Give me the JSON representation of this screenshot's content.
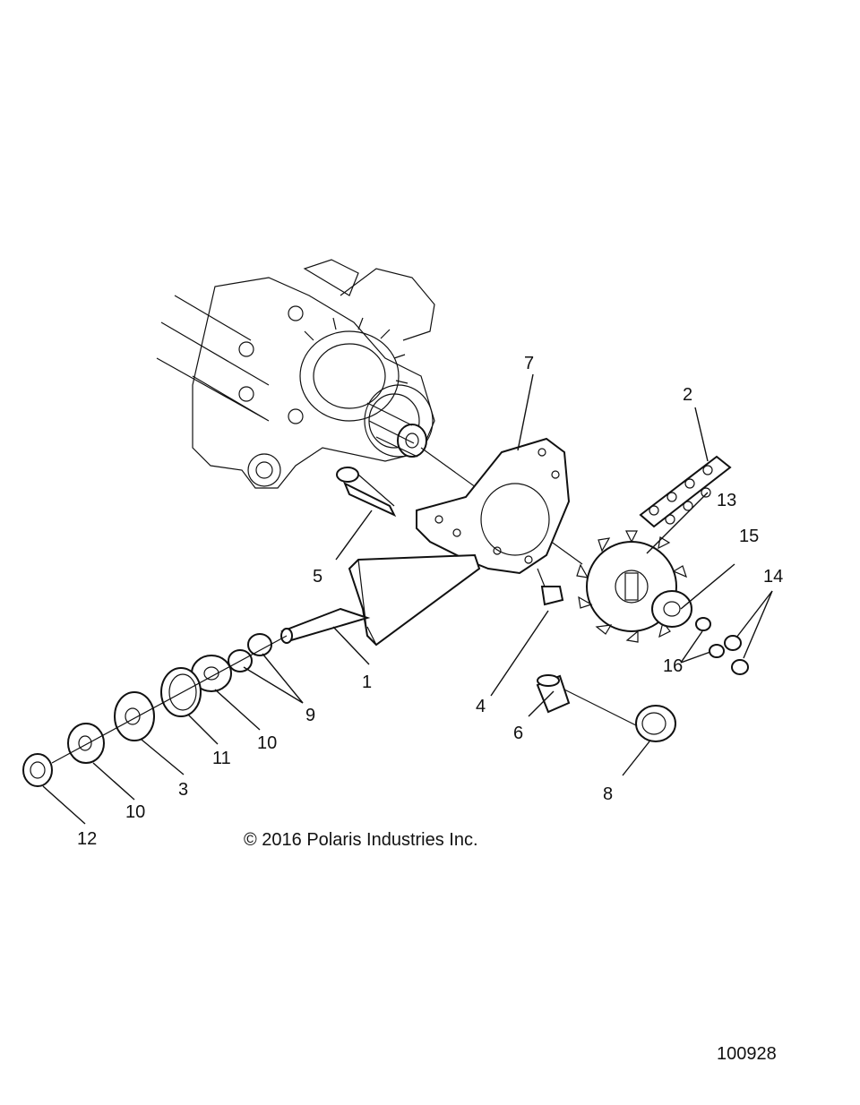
{
  "callouts": {
    "c1": "1",
    "c2": "2",
    "c3": "3",
    "c4": "4",
    "c5": "5",
    "c6": "6",
    "c7": "7",
    "c8": "8",
    "c9": "9",
    "c10a": "10",
    "c10b": "10",
    "c11": "11",
    "c12": "12",
    "c13": "13",
    "c14": "14",
    "c15": "15",
    "c16": "16"
  },
  "copyright": "© 2016 Polaris Industries Inc.",
  "figure_number": "100928"
}
